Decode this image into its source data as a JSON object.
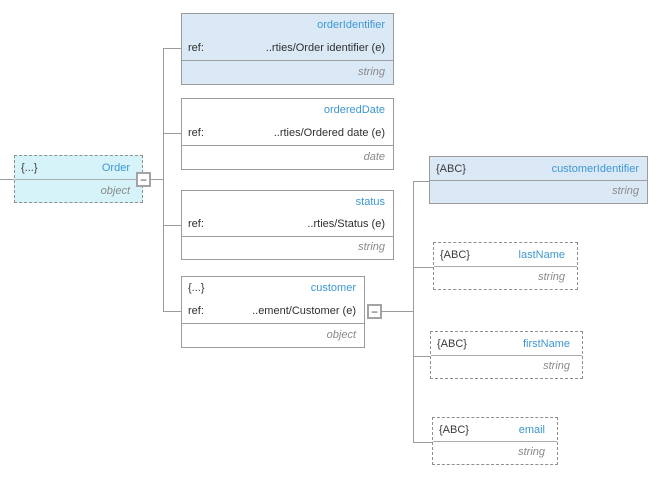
{
  "diagram": {
    "expander_symbol": "−",
    "root": {
      "kind": "{...}",
      "name": "Order",
      "type": "object"
    },
    "order_children": [
      {
        "name": "orderIdentifier",
        "ref_label": "ref:",
        "ref_value": "..rties/Order identifier (e)",
        "type": "string"
      },
      {
        "name": "orderedDate",
        "ref_label": "ref:",
        "ref_value": "..rties/Ordered date (e)",
        "type": "date"
      },
      {
        "name": "status",
        "ref_label": "ref:",
        "ref_value": "..rties/Status (e)",
        "type": "string"
      },
      {
        "name": "customer",
        "kind": "{...}",
        "ref_label": "ref:",
        "ref_value": "..ement/Customer (e)",
        "type": "object"
      }
    ],
    "customer_children": [
      {
        "kind": "{ABC}",
        "name": "customerIdentifier",
        "type": "string"
      },
      {
        "kind": "{ABC}",
        "name": "lastName",
        "type": "string"
      },
      {
        "kind": "{ABC}",
        "name": "firstName",
        "type": "string"
      },
      {
        "kind": "{ABC}",
        "name": "email",
        "type": "string"
      }
    ],
    "colors": {
      "accent_blue_text": "#3e97d4",
      "selected_fill_blue": "#dbe9f7",
      "root_fill_cyan": "#d6f3fa",
      "line_gray": "#9b9b9b",
      "type_text_gray": "#8a8a8a"
    }
  }
}
